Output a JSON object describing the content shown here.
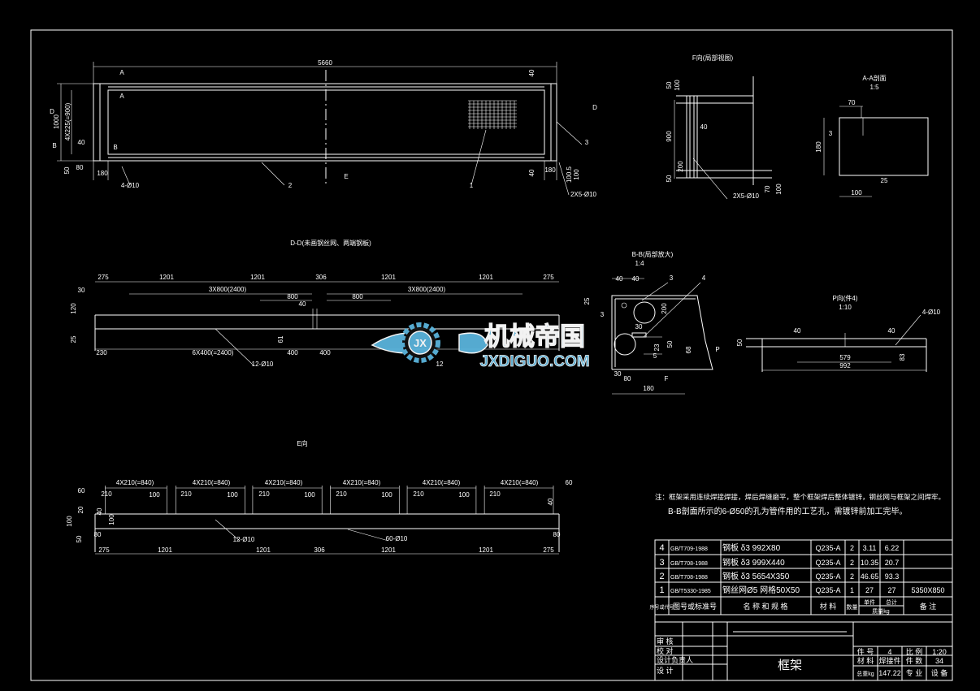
{
  "views": {
    "top": {
      "labels": [
        "5660",
        "40",
        "40",
        "1000",
        "4X225(=900)",
        "40",
        "80",
        "180",
        "50",
        "180",
        "100.5",
        "100",
        "4-Ø10",
        "2",
        "1",
        "3",
        "2X5-Ø10",
        "A",
        "A",
        "B",
        "B",
        "D",
        "D",
        "E"
      ]
    },
    "dd": {
      "labels": [
        "D-D(未画钢丝网、两端钢板)",
        "275",
        "1201",
        "1201",
        "306",
        "1201",
        "1201",
        "275",
        "3X800(2400)",
        "3X800(2400)",
        "800",
        "800",
        "40",
        "30",
        "120",
        "25",
        "61",
        "230",
        "6X400(=2400)",
        "400",
        "400",
        "12-Ø10",
        "12"
      ]
    },
    "e": {
      "labels": [
        "E向",
        "4X210(=840)",
        "4X210(=840)",
        "4X210(=840)",
        "4X210(=840)",
        "4X210(=840)",
        "4X210(=840)",
        "210",
        "210",
        "210",
        "210",
        "210",
        "210",
        "100",
        "100",
        "100",
        "100",
        "100",
        "60",
        "20",
        "40",
        "40",
        "100",
        "100",
        "50",
        "80",
        "80",
        "60",
        "12-Ø10",
        "60-Ø10",
        "275",
        "1201",
        "1201",
        "306",
        "1201",
        "1201",
        "275"
      ]
    },
    "f": {
      "labels": [
        "F向(局部视图)",
        "50",
        "100",
        "900",
        "40",
        "200",
        "50",
        "70",
        "100",
        "2X5-Ø10"
      ]
    },
    "aa": {
      "labels": [
        "A-A剖面",
        "1:5",
        "70",
        "3",
        "180",
        "100",
        "25"
      ]
    },
    "bb": {
      "labels": [
        "B-B(局部放大)",
        "1:4",
        "40",
        "40",
        "3",
        "4",
        "25",
        "3",
        "30",
        "50",
        "23",
        "5",
        "68",
        "30",
        "80",
        "180",
        "P",
        "F",
        "200"
      ]
    },
    "p": {
      "labels": [
        "P向(件4)",
        "1:10",
        "579",
        "992",
        "4-Ø10",
        "40",
        "40",
        "50",
        "83"
      ]
    }
  },
  "notes": {
    "line1": "注：框架采用连续焊接焊接，焊后焊缝磨平，整个框架焊后整体镀锌，钢丝网与框架之间焊牢。",
    "line2": "B-B剖面所示的6-Ø50的孔为管件用的工艺孔，需镀锌前加工完毕。"
  },
  "parts_table": {
    "rows": [
      {
        "no": "4",
        "standard": "GB/T709-1988",
        "name": "钢板 δ3 992X80",
        "material": "Q235-A",
        "qty": "2",
        "unit_mass": "3.11",
        "total_mass": "6.22",
        "remark": ""
      },
      {
        "no": "3",
        "standard": "GB/T708-1988",
        "name": "钢板 δ3 999X440",
        "material": "Q235-A",
        "qty": "2",
        "unit_mass": "10.35",
        "total_mass": "20.7",
        "remark": ""
      },
      {
        "no": "2",
        "standard": "GB/T708-1988",
        "name": "钢板 δ3 5654X350",
        "material": "Q235-A",
        "qty": "2",
        "unit_mass": "46.65",
        "total_mass": "93.3",
        "remark": ""
      },
      {
        "no": "1",
        "standard": "GB/T5330-1985",
        "name": "钢丝网Ø5 网格50X50",
        "material": "Q235-A",
        "qty": "1",
        "unit_mass": "27",
        "total_mass": "27",
        "remark": "5350X850"
      }
    ],
    "header": {
      "no": "序号或代号",
      "standard": "图号或标准号",
      "name": "名 称 和 规 格",
      "material": "材 料",
      "qty": "数量",
      "unit": "单件",
      "total": "总计",
      "mass": "质量kg",
      "remark": "备 注"
    }
  },
  "title_block": {
    "roles": [
      "审 核",
      "校 对",
      "设计负责人",
      "设 计"
    ],
    "drawing_name": "框架",
    "part_no_label": "件 号",
    "part_no": "4",
    "scale_label": "比 例",
    "scale": "1:20",
    "material_label": "材 料",
    "material": "焊接件",
    "count_label": "件 数",
    "count": "34",
    "weight_label": "总重kg",
    "weight": "147.22",
    "discipline_label": "专 业",
    "discipline": "设 备"
  },
  "watermark": {
    "cn": "机械帝国",
    "en": "JXDIGUO.COM",
    "badge": "JX",
    "color": "#5ab4dc"
  }
}
